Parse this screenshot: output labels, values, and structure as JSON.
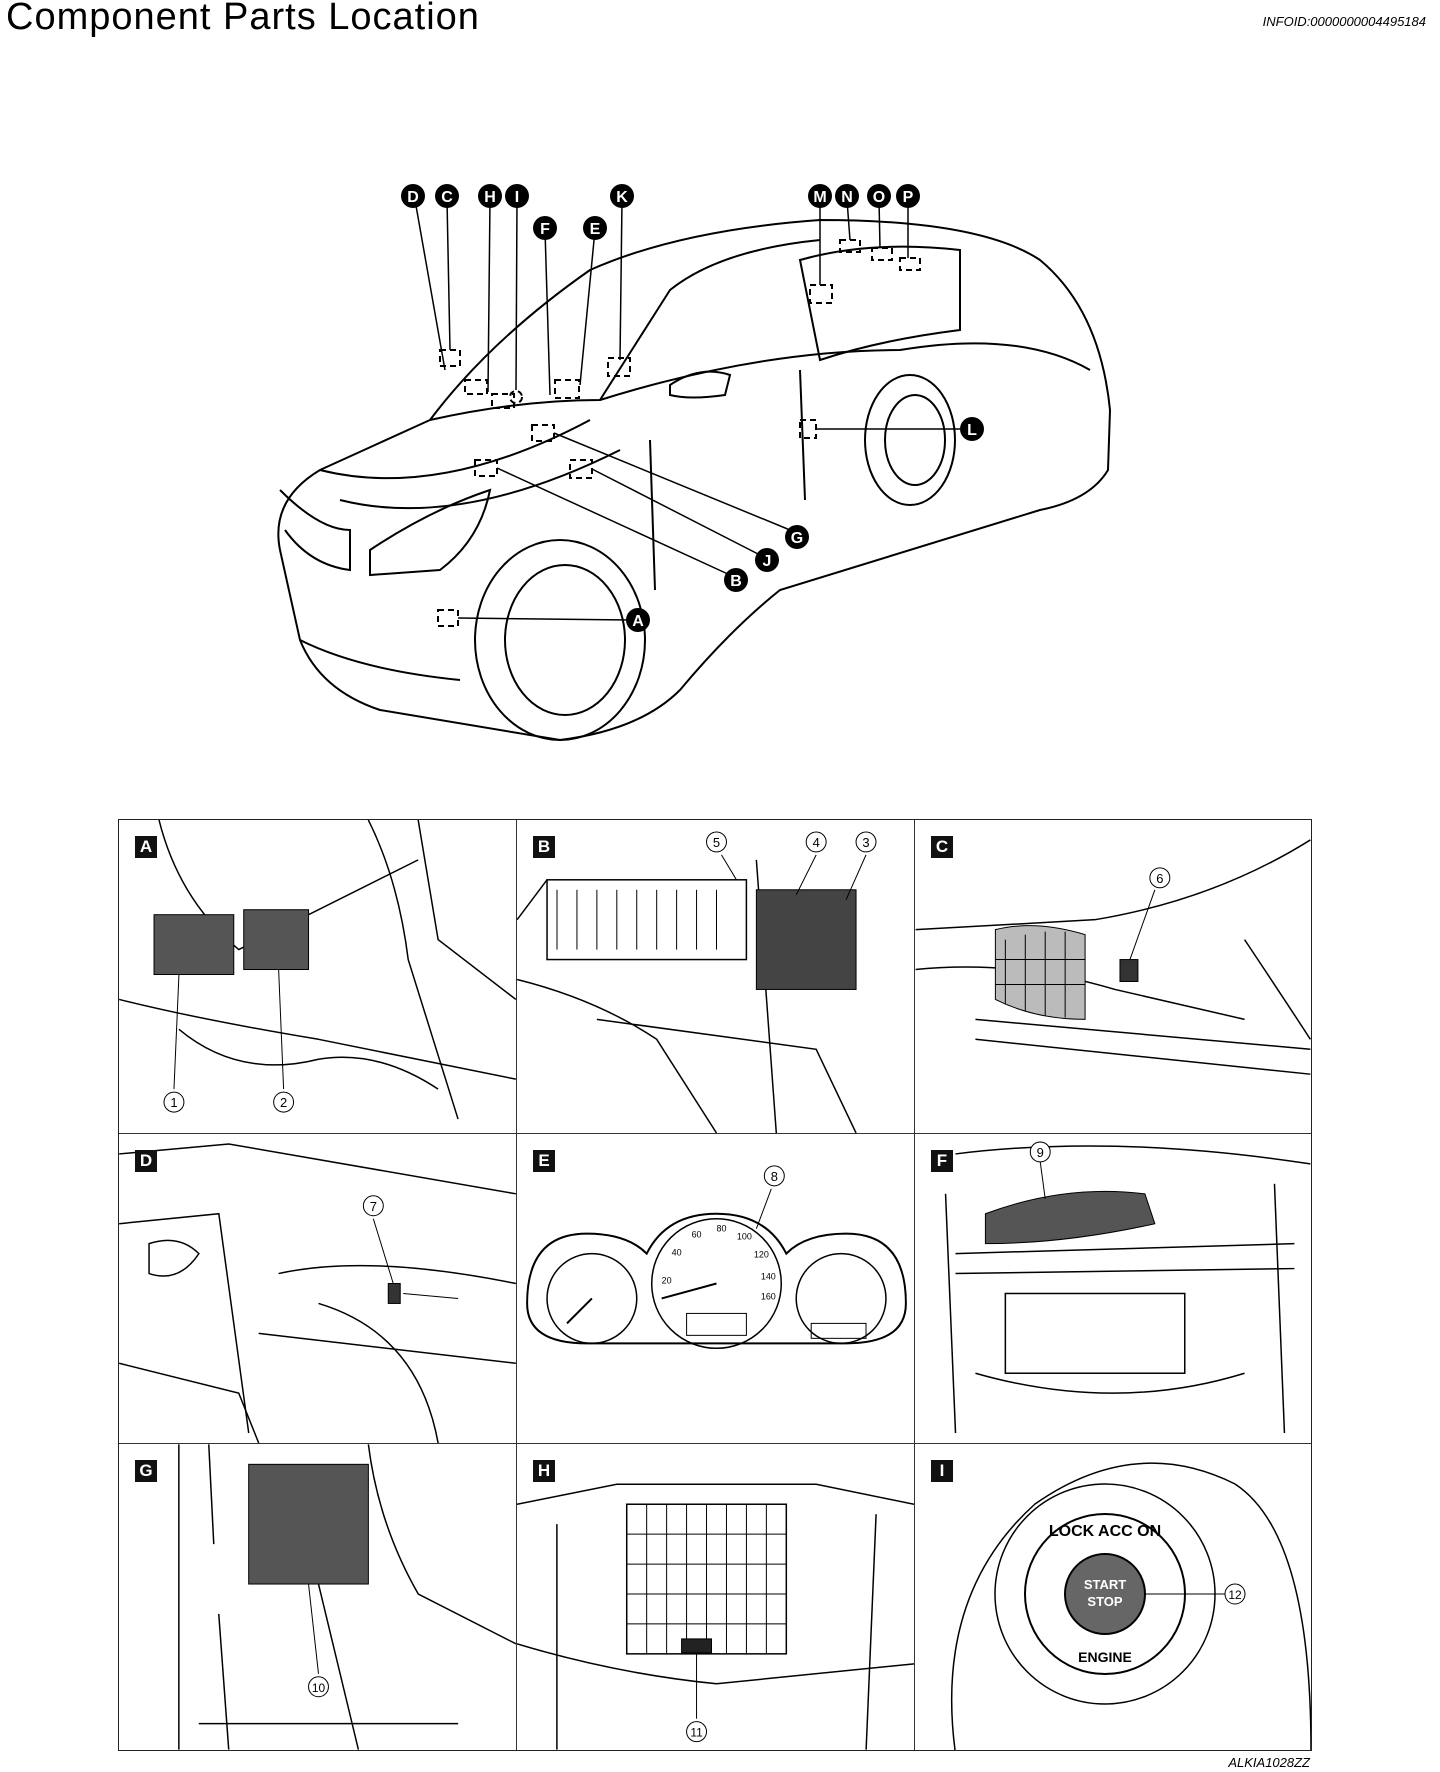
{
  "header": {
    "title": "Component Parts Location",
    "info_id": "INFOID:0000000004495184"
  },
  "overview": {
    "labels": [
      "D",
      "C",
      "H",
      "I",
      "F",
      "E",
      "K",
      "M",
      "N",
      "O",
      "P",
      "L",
      "G",
      "J",
      "B",
      "A"
    ]
  },
  "panels": [
    {
      "letter": "A",
      "callouts": [
        "1",
        "2"
      ]
    },
    {
      "letter": "B",
      "callouts": [
        "5",
        "4",
        "3"
      ]
    },
    {
      "letter": "C",
      "callouts": [
        "6"
      ]
    },
    {
      "letter": "D",
      "callouts": [
        "7"
      ]
    },
    {
      "letter": "E",
      "callouts": [
        "8"
      ],
      "gauge_numbers": [
        "20",
        "40",
        "60",
        "80",
        "100",
        "120",
        "140",
        "160"
      ]
    },
    {
      "letter": "F",
      "callouts": [
        "9"
      ]
    },
    {
      "letter": "G",
      "callouts": [
        "10"
      ]
    },
    {
      "letter": "H",
      "callouts": [
        "11"
      ]
    },
    {
      "letter": "I",
      "callouts": [
        "12"
      ],
      "button_text": {
        "ring_top": "LOCK ACC ON",
        "center_1": "START",
        "center_2": "STOP",
        "ring_bottom": "ENGINE"
      }
    }
  ],
  "footer": {
    "code": "ALKIA1028ZZ"
  }
}
